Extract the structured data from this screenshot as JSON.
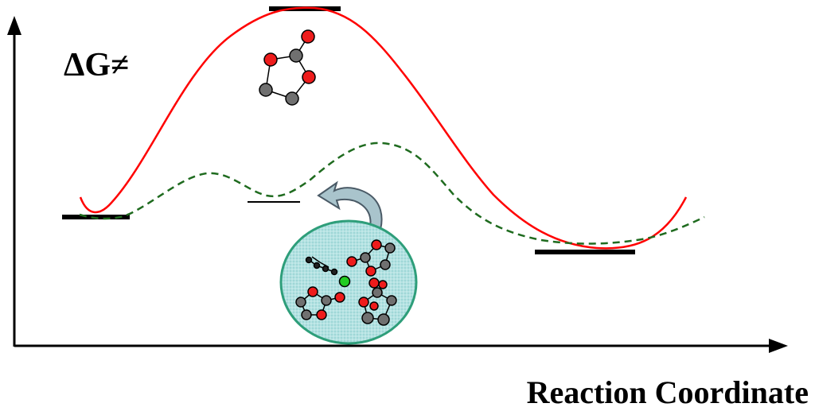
{
  "labels": {
    "y_axis": "ΔG≠",
    "x_axis": "Reaction Coordinate"
  },
  "colors": {
    "uncatalyzed_curve": "#ff0000",
    "catalyzed_curve": "#1f6b1f",
    "oxygen_atom": "#ee1c1c",
    "carbon_atom": "#707070",
    "catalyst_sphere_fill": "#a6dcdc",
    "catalyst_sphere_edge": "#2e9e7a",
    "catalyst_center": "#22cc22",
    "arrow_fill": "#a9c4cc"
  },
  "diagram": {
    "curves": [
      "uncatalyzed-path",
      "catalyzed-path"
    ],
    "energy_levels": [
      "reactant-level",
      "transition-state-level",
      "intermediate-level",
      "product-level"
    ],
    "molecules": [
      "transition-state-molecule",
      "catalyst-sphere-with-molecules"
    ]
  }
}
